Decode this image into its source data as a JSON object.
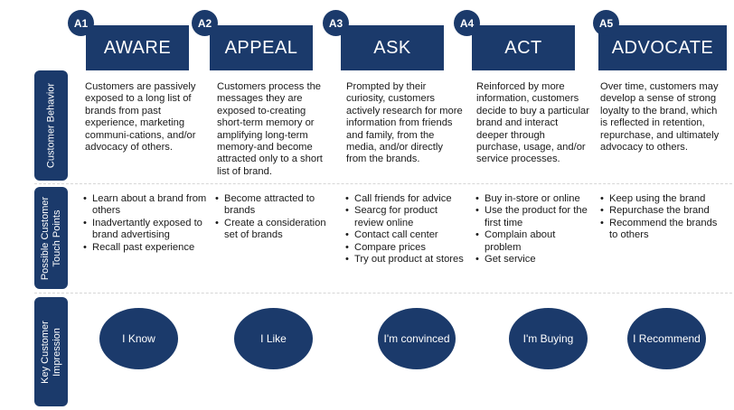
{
  "row_labels": {
    "behavior": "Customer Behavior",
    "touch_points": "Possible Customer Touch Points",
    "impression": "Key Customer Impression"
  },
  "phases": [
    {
      "badge": "A1",
      "title": "AWARE",
      "behavior": "Customers are passively exposed to a long list of brands from past experience, marketing communi-cations, and/or advocacy of others.",
      "touch_points": [
        "Learn about a brand from others",
        "Inadvertantly exposed to brand advertising",
        "Recall past experience"
      ],
      "impression": "I Know"
    },
    {
      "badge": "A2",
      "title": "APPEAL",
      "behavior": "Customers process the messages they are exposed to-creating short-term memory or amplifying long-term memory-and become attracted only to a short list of brand.",
      "touch_points": [
        "Become attracted to brands",
        "Create a consideration set of brands"
      ],
      "impression": "I Like"
    },
    {
      "badge": "A3",
      "title": "ASK",
      "behavior": "Prompted by their curiosity, customers actively research for more information from friends and family, from the media, and/or directly from the brands.",
      "touch_points": [
        "Call friends for advice",
        "Searcg for product review online",
        "Contact call center",
        "Compare prices",
        "Try out product at stores"
      ],
      "impression": "I'm convinced"
    },
    {
      "badge": "A4",
      "title": "ACT",
      "behavior": "Reinforced by more information, customers decide to buy a particular brand and interact deeper through purchase, usage, and/or service processes.",
      "touch_points": [
        "Buy in-store or online",
        "Use the product for the first time",
        "Complain about problem",
        "Get service"
      ],
      "impression": "I'm Buying"
    },
    {
      "badge": "A5",
      "title": "ADVOCATE",
      "behavior": "Over time, customers may develop a sense of strong loyalty to the brand, which is reflected in retention, repurchase, and ultimately advocacy to others.",
      "touch_points": [
        "Keep using the brand",
        "Repurchase the brand",
        "Recommend the brands to others"
      ],
      "impression": "I Recommend"
    }
  ]
}
